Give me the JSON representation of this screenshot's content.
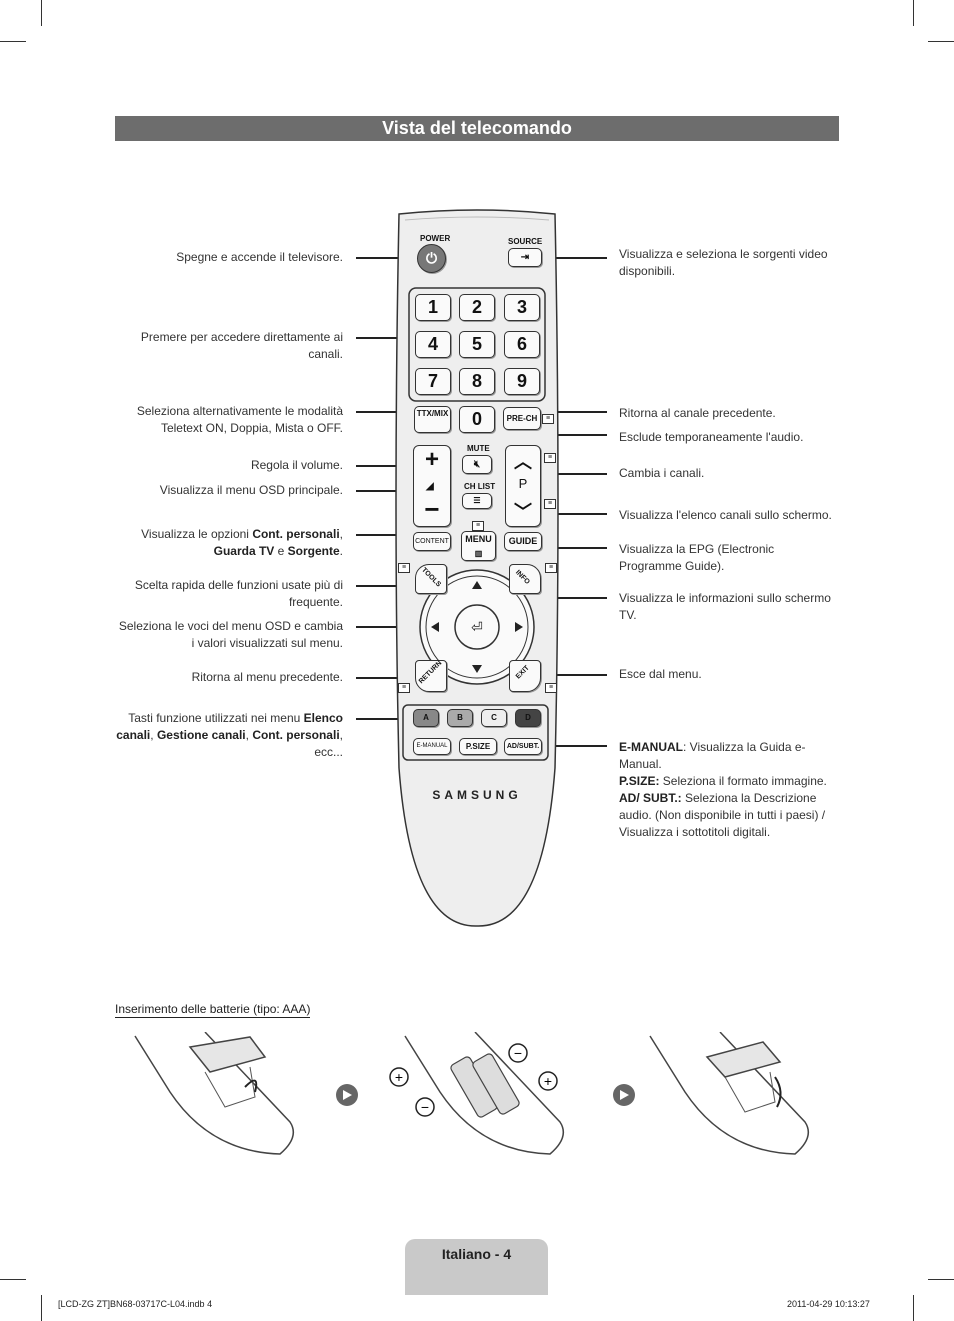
{
  "title": "Vista del telecomando",
  "left_labels": [
    "Spegne e accende il televisore.",
    "Premere per accedere direttamente ai canali.",
    "Seleziona alternativamente le modalità Teletext ON, Doppia, Mista o OFF.",
    "Regola il volume.",
    "Visualizza il menu OSD principale.",
    "Scelta rapida delle funzioni usate più di frequente.",
    "Seleziona le voci del menu OSD e cambia i valori visualizzati sul menu.",
    "Ritorna al menu precedente."
  ],
  "content_label": {
    "prefix": "Visualizza le opzioni ",
    "b1": "Cont. personali",
    "sep1": ",",
    "b2": "Guarda TV",
    "sep2": " e ",
    "b3": "Sorgente",
    "end": "."
  },
  "color_label": {
    "prefix": "Tasti funzione utilizzati nei menu ",
    "b1": "Elenco canali",
    "sep1": ", ",
    "b2": "Gestione canali",
    "sep2": ", ",
    "b3": "Cont. personali",
    "end": ", ecc..."
  },
  "right_labels": [
    "Visualizza e seleziona le sorgenti video disponibili.",
    "Ritorna al canale precedente.",
    "Esclude temporaneamente l'audio.",
    "Cambia i canali.",
    "Visualizza l'elenco canali sullo schermo.",
    "Visualizza la EPG (Electronic Programme Guide).",
    "Visualizza le informazioni sullo schermo TV.",
    "Esce dal menu."
  ],
  "emanual_desc": [
    {
      "key": "E-MANUAL",
      "text": ": Visualizza la Guida e-Manual."
    },
    {
      "key": "P.SIZE:",
      "text": " Seleziona il formato immagine."
    },
    {
      "key": "AD/ SUBT.:",
      "text": " Seleziona la Descrizione audio. (Non disponibile in tutti i paesi) / Visualizza i sottotitoli digitali."
    }
  ],
  "remote": {
    "power": "POWER",
    "source": "SOURCE",
    "digits": [
      "1",
      "2",
      "3",
      "4",
      "5",
      "6",
      "7",
      "8",
      "9",
      "0"
    ],
    "ttx": "TTX/MIX",
    "prech": "PRE-CH",
    "mute": "MUTE",
    "chlist": "CH LIST",
    "p": "P",
    "content": "CONTENT",
    "menu": "MENU",
    "guide": "GUIDE",
    "tools": "TOOLS",
    "info": "INFO",
    "return": "RETURN",
    "exit": "EXIT",
    "colors": [
      "A",
      "B",
      "C",
      "D"
    ],
    "emanual": "E-MANUAL",
    "psize": "P.SIZE",
    "adsubt": "AD/SUBT.",
    "brand": "SAMSUNG"
  },
  "battery_title": "Inserimento delle batterie (tipo: AAA)",
  "page_tab": "Italiano - 4",
  "footer_left": "[LCD-ZG ZT]BN68-03717C-L04.indb   4",
  "footer_right": "2011-04-29   10:13:27"
}
